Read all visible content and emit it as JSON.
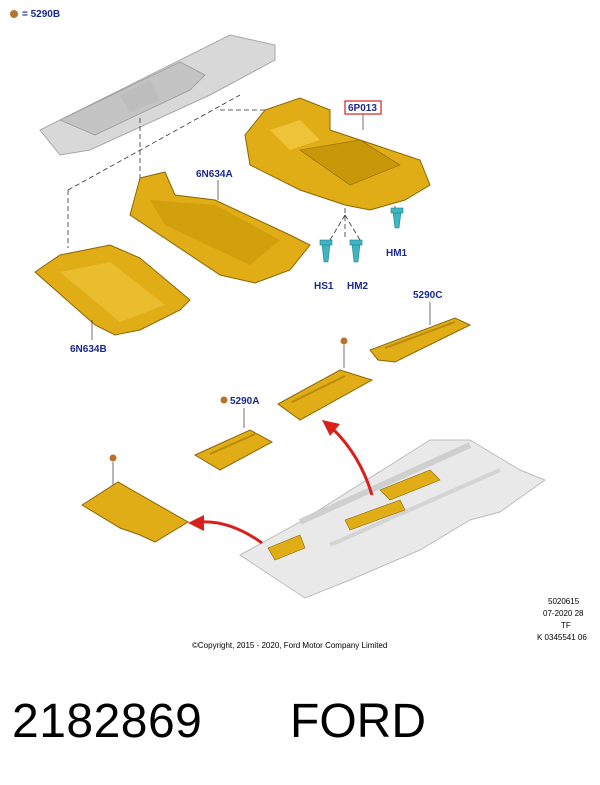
{
  "legend": {
    "symbol_color": "#b8722a",
    "text": "= 5290B"
  },
  "callouts": {
    "p6P013": "6P013",
    "p6N634A": "6N634A",
    "pHM1": "HM1",
    "pHS1": "HS1",
    "pHM2": "HM2",
    "p6N634B": "6N634B",
    "p5290C": "5290C",
    "p5290A": "5290A"
  },
  "codes": [
    "5020615",
    "07-2020 28",
    "TF",
    "K 0345541 06"
  ],
  "copyright": "©Copyright, 2015 - 2020, Ford Motor Company Limited",
  "footer": {
    "part_number": "2182869",
    "brand": "FORD"
  },
  "colors": {
    "shield": "#e0ad16",
    "shield_dark": "#b88a0a",
    "label": "#1a2a8c",
    "arrow": "#d8201c",
    "frame": "#c8c8c8",
    "fastener": "#3fb5c2"
  }
}
